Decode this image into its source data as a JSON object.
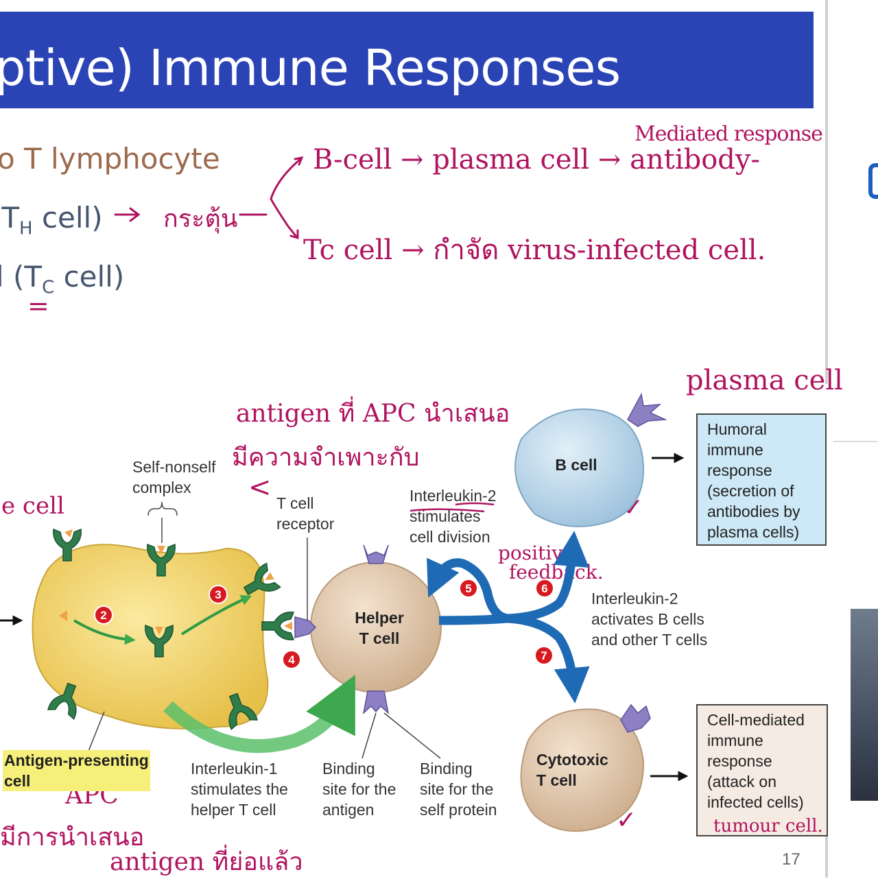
{
  "title": "ptive) Immune Responses",
  "bullets": {
    "line1": "o T lymphocyte",
    "line2_prefix": "(T",
    "line2_sub": "H",
    "line2_suffix": " cell)",
    "line3_prefix": "l (T",
    "line3_sub": "C",
    "line3_suffix": " cell)"
  },
  "handwriting": {
    "gra_tun": "กระตุ้น",
    "mediated_response": "Mediated response",
    "b_cell_line": "B-cell → plasma cell → antibody-",
    "tc_line": "Tc cell → กำจัด virus-infected cell.",
    "plasma_cell": "plasma cell",
    "antigen_apc_1": "antigen ที่ APC นำเสนอ",
    "antigen_apc_2": "มีความจำเพาะกับ",
    "e_cell": "e cell",
    "positive_feedback_1": "positive",
    "positive_feedback_2": "feedback.",
    "apc": "APC",
    "apc_desc_1": "มีการนำเสนอ",
    "apc_desc_2": "antigen ที่ย่อแล้ว",
    "tumour_cell": "tumour cell.",
    "check_mark": "✓",
    "equals": "="
  },
  "diagram": {
    "self_nonself": "Self-nonself\ncomplex",
    "t_cell_receptor": "T cell\nreceptor",
    "il2_stimulates": "Interleukin-2\nstimulates\ncell division",
    "il2_activates": "Interleukin-2\nactivates B cells\nand other T cells",
    "il1_stimulates": "Interleukin-1\nstimulates the\nhelper T cell",
    "binding_antigen": "Binding\nsite for the\nantigen",
    "binding_self": "Binding\nsite for the\nself protein",
    "apc_label": "Antigen-presenting\ncell",
    "b_cell": "B cell",
    "helper_t_cell": "Helper\nT cell",
    "cytotoxic_t_cell": "Cytotoxic\nT cell",
    "humoral_box": "Humoral\nimmune\nresponse\n(secretion of\nantibodies by\nplasma cells)",
    "cell_mediated_box": "Cell-mediated\nimmune\nresponse\n(attack on\ninfected cells)",
    "steps": [
      "2",
      "3",
      "4",
      "5",
      "6",
      "7"
    ]
  },
  "page_number": "17",
  "colors": {
    "title_bar": "#2a43b5",
    "handwriting": "#b0135f",
    "box_fill": "#cde8f6",
    "flow_arrow": "#1f6ab4",
    "apc_fill": "#f3d56a",
    "step_badge": "#d71920"
  }
}
